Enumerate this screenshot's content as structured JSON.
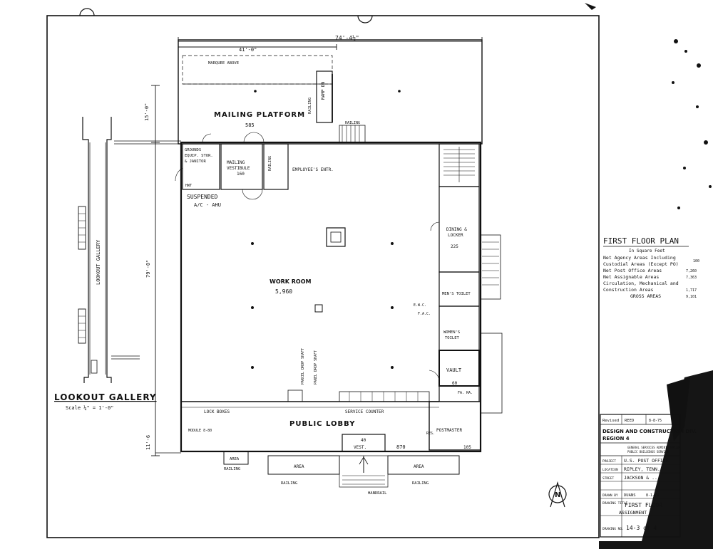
{
  "plan": {
    "dimensions": {
      "overall_width": "74'-4½\"",
      "platform_width": "41'-0\"",
      "depth": "79'-0\"",
      "platform_depth": "15'-0\"",
      "lower": "11'-6"
    },
    "labels": {
      "marquee": "MARQUEE ABOVE",
      "railing": "RAILING",
      "ramp": "RAMP DN",
      "mailing_platform": "MAILING PLATFORM",
      "mailing_platform_area": "585",
      "grounds_equip": "GROUNDS",
      "grounds_equip_2": "EQUIP. STOR.",
      "grounds_equip_3": "& JANITOR",
      "mailing_vestibule": "MAILING",
      "mailing_vestibule_2": "VESTIBULE",
      "mailing_vestibule_area": "160",
      "employees_entr": "EMPLOYEE'S ENTR.",
      "suspended": "SUSPENDED",
      "ac_ahu": "A/C - AHU",
      "hwt": "HWT",
      "work_room": "WORK ROOM",
      "work_room_area": "5,960",
      "dining_locker": "DINING &",
      "dining_locker_2": "LOCKER",
      "dining_locker_area": "225",
      "mens_toilet": "MEN'S TOILET",
      "womens_toilet": "WOMEN'S",
      "womens_toilet_2": "TOILET",
      "ewc": "E.W.C.",
      "fac": "F.A.C.",
      "vault": "VAULT",
      "vault_area": "60",
      "fa_ra": "FA. RA.",
      "parcel_drop": "PARCEL DROP SHAFT",
      "panel_drop": "PANEL DROP SHAFT",
      "lock_boxes": "LOCK BOXES",
      "service_counter": "SERVICE COUNTER",
      "public_lobby": "PUBLIC LOBBY",
      "module": "MODULE 8-80",
      "lobby_area": "870",
      "vestibule": "VEST.",
      "vestibule_area": "40",
      "postmaster": "POSTMASTER",
      "postmaster_area": "105",
      "area": "AREA",
      "handrail": "HANDRAIL",
      "res": "RES."
    }
  },
  "lookout": {
    "title": "LOOKOUT GALLERY",
    "scale": "Scale ¼\" = 1'-0\"",
    "vertical_label": "LOOKOUT GALLERY"
  },
  "summary": {
    "title": "FIRST FLOOR PLAN",
    "units": "In Square Feet",
    "rows": [
      "Net Agency Areas Including",
      "Custodial Areas (Except PO)",
      "Net Post Office Areas",
      "Net Assignable Areas",
      "Circulation, Mechanical and",
      "Construction Areas"
    ],
    "values": [
      "100",
      "",
      "7,260",
      "7,363",
      "",
      "1,717"
    ],
    "gross": "GROSS AREAS",
    "gross_value": "9,101"
  },
  "titleblock": {
    "revised_label": "Revised",
    "revised_by": "REED",
    "revised_date": "8-8-75",
    "agency": "DESIGN AND CONSTRUCTION DIV.",
    "region": "REGION 4",
    "gsa": "GENERAL SERVICES ADMINISTRATION",
    "pbs": "PUBLIC BUILDINGS SERVICE",
    "project_label": "PROJECT",
    "project": "U.S. POST OFFICE",
    "location_label": "LOCATION",
    "location": "RIPLEY, TENN.",
    "street_label": "STREET",
    "street": "JACKSON & ...",
    "drawn_label": "DRAWN BY",
    "drawn": "DUANS",
    "drawn_date": "8-1-75",
    "drawing_title_label": "DRAWING TITLE",
    "drawing_title": "FIRST FLOOR",
    "assignment": "ASSIGNMENT",
    "drawing_no_label": "DRAWING NO.",
    "drawing_no": "14-3 of 4"
  },
  "north_arrow": "N"
}
